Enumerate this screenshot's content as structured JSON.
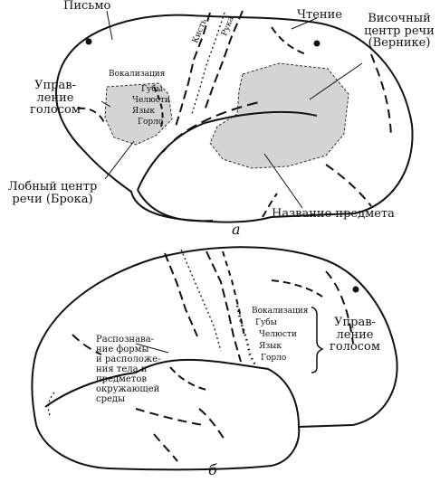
{
  "figure_a": {
    "label": "а",
    "writing": "Письмо",
    "reading": "Чтение",
    "wernicke": [
      "Височный",
      "центр речи",
      "(Вернике)"
    ],
    "voice_control": [
      "Управ-",
      "ление",
      "голосом"
    ],
    "broca": [
      "Лобный центр",
      "речи (Брока)"
    ],
    "object_naming": "Название предмета",
    "hand": "Кисть",
    "arm": "Рука",
    "motor_list": [
      "Вокализация",
      "Губы",
      "Челюсти",
      "Язык",
      "Горло"
    ]
  },
  "figure_b": {
    "label": "б",
    "motor_list": [
      "Вокализация",
      "Губы",
      "Челюсти",
      "Язык",
      "Горло"
    ],
    "voice_control": [
      "Управ-",
      "ление",
      "голосом"
    ],
    "recognition": [
      "Распознава-",
      "ние формы",
      "и расположе-",
      "ния тела и",
      "предметов",
      "окружающей",
      "среды"
    ]
  },
  "colors": {
    "ink": "#111111",
    "shading": "#d4d4d4",
    "background": "#ffffff"
  }
}
